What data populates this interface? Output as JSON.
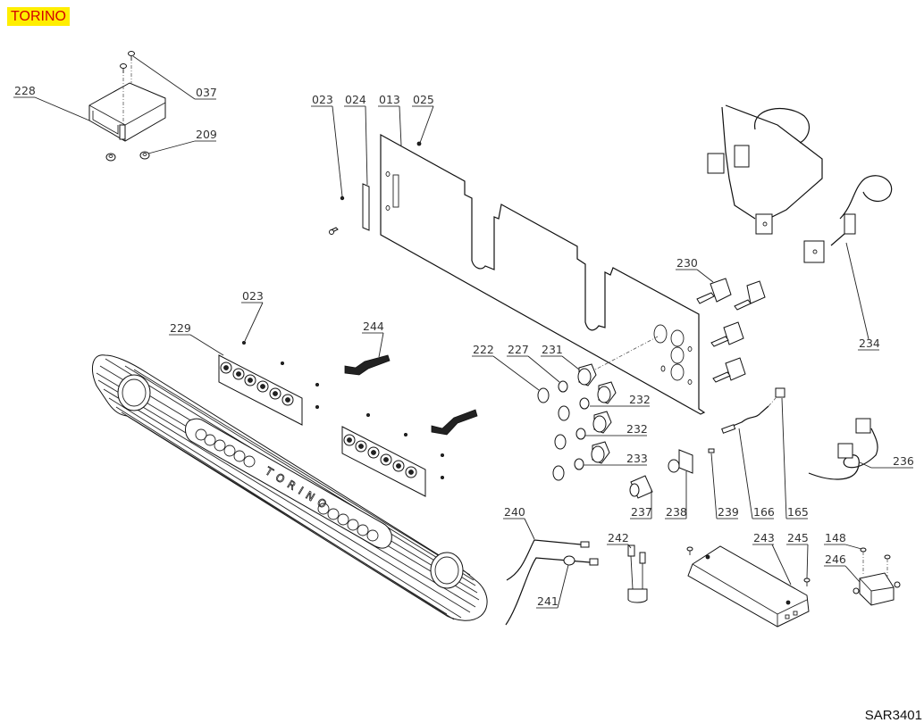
{
  "title_badge": "TORINO",
  "badge_colors": {
    "background": "#ffee00",
    "text": "#d40000"
  },
  "document_code": "SAR3401",
  "panel_brand_text": "TORINO",
  "callouts": [
    {
      "id": "c037",
      "label": "037",
      "part": "screw"
    },
    {
      "id": "c228",
      "label": "228",
      "part": "control-box"
    },
    {
      "id": "c209",
      "label": "209",
      "part": "rubber-feet"
    },
    {
      "id": "c023a",
      "label": "023",
      "part": "screw"
    },
    {
      "id": "c024",
      "label": "024",
      "part": "connector-plate"
    },
    {
      "id": "c013",
      "label": "013",
      "part": "back-panel"
    },
    {
      "id": "c025",
      "label": "025",
      "part": "screw"
    },
    {
      "id": "c023b",
      "label": "023",
      "part": "screw"
    },
    {
      "id": "c229",
      "label": "229",
      "part": "switch-board"
    },
    {
      "id": "c244",
      "label": "244",
      "part": "ribbon-cable"
    },
    {
      "id": "c222",
      "label": "222",
      "part": "washer"
    },
    {
      "id": "c227",
      "label": "227",
      "part": "spacer"
    },
    {
      "id": "c231",
      "label": "231",
      "part": "knob"
    },
    {
      "id": "c232a",
      "label": "232",
      "part": "knob"
    },
    {
      "id": "c232b",
      "label": "232",
      "part": "knob"
    },
    {
      "id": "c233",
      "label": "233",
      "part": "knob"
    },
    {
      "id": "c230",
      "label": "230",
      "part": "switch"
    },
    {
      "id": "c234",
      "label": "234",
      "part": "wiring-harness"
    },
    {
      "id": "c236",
      "label": "236",
      "part": "cable"
    },
    {
      "id": "c237",
      "label": "237",
      "part": "extension"
    },
    {
      "id": "c238",
      "label": "238",
      "part": "knob-holder"
    },
    {
      "id": "c239",
      "label": "239",
      "part": "pin"
    },
    {
      "id": "c166",
      "label": "166",
      "part": "probe"
    },
    {
      "id": "c165",
      "label": "165",
      "part": "thermostat"
    },
    {
      "id": "c240",
      "label": "240",
      "part": "cable"
    },
    {
      "id": "c241",
      "label": "241",
      "part": "sensor-cable"
    },
    {
      "id": "c242",
      "label": "242",
      "part": "lamp-holder"
    },
    {
      "id": "c243",
      "label": "243",
      "part": "transformer"
    },
    {
      "id": "c245",
      "label": "245",
      "part": "screw"
    },
    {
      "id": "c148",
      "label": "148",
      "part": "screw"
    },
    {
      "id": "c246",
      "label": "246",
      "part": "filter"
    }
  ]
}
